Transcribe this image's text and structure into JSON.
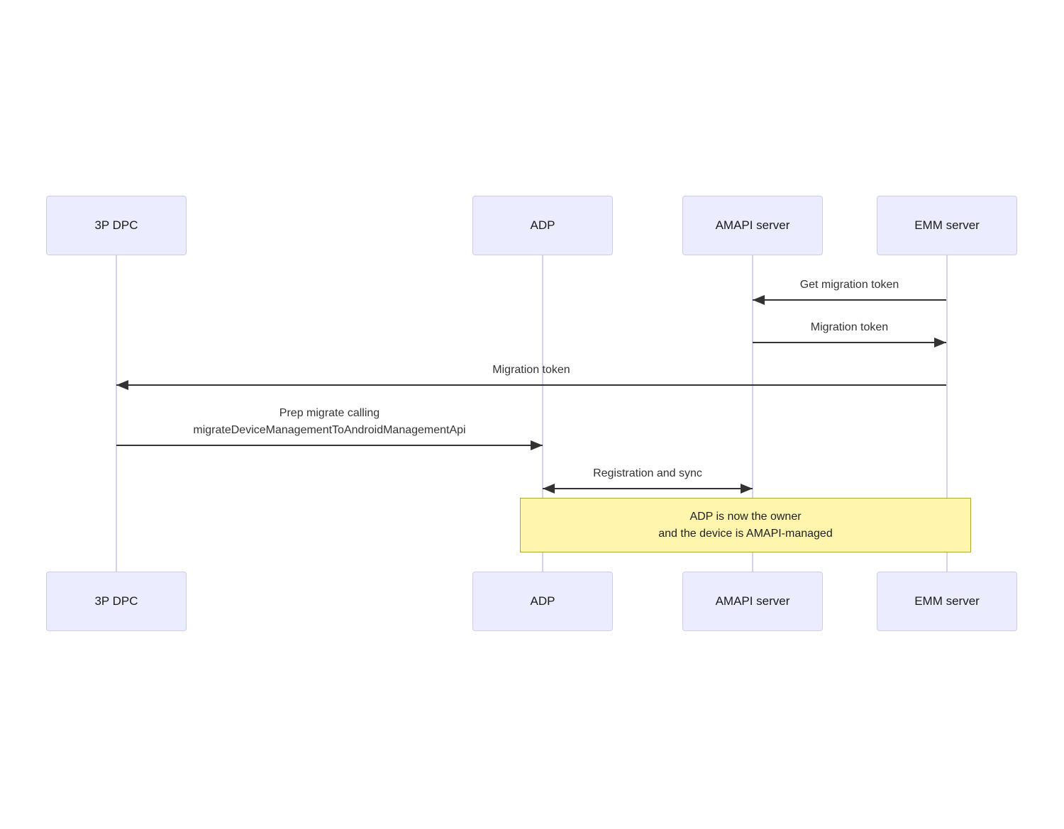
{
  "theme": {
    "background": "#ffffff",
    "actor-fill": "#ECECFF",
    "actor-border": "#CFCBEC",
    "lifeline": "#D6D1EF",
    "arrow": "#333333",
    "msg-text": "#333333",
    "actor-text": "#1a1a1a",
    "note-fill": "#FFF5AD",
    "note-border": "#AAAA33",
    "note-text": "#1f1f1f"
  },
  "diagram": {
    "type": "sequence",
    "actors": [
      {
        "id": "3p-dpc",
        "label": "3P DPC"
      },
      {
        "id": "adp",
        "label": "ADP"
      },
      {
        "id": "amapi-server",
        "label": "AMAPI server"
      },
      {
        "id": "emm-server",
        "label": "EMM server"
      }
    ],
    "messages": [
      {
        "from": "EMM server",
        "to": "AMAPI server",
        "direction": "left",
        "label": "Get migration token"
      },
      {
        "from": "AMAPI server",
        "to": "EMM server",
        "direction": "right",
        "label": "Migration token"
      },
      {
        "from": "EMM server",
        "to": "3P DPC",
        "direction": "left",
        "label": "Migration token"
      },
      {
        "from": "3P DPC",
        "to": "ADP",
        "direction": "right",
        "lines": [
          "Prep migrate calling",
          "migrateDeviceManagementToAndroidManagementApi"
        ]
      },
      {
        "from": "ADP",
        "to": "AMAPI server",
        "direction": "both",
        "label": "Registration and sync"
      }
    ],
    "note": {
      "lines": [
        "ADP is now the owner",
        "and the device is AMAPI-managed"
      ]
    }
  }
}
